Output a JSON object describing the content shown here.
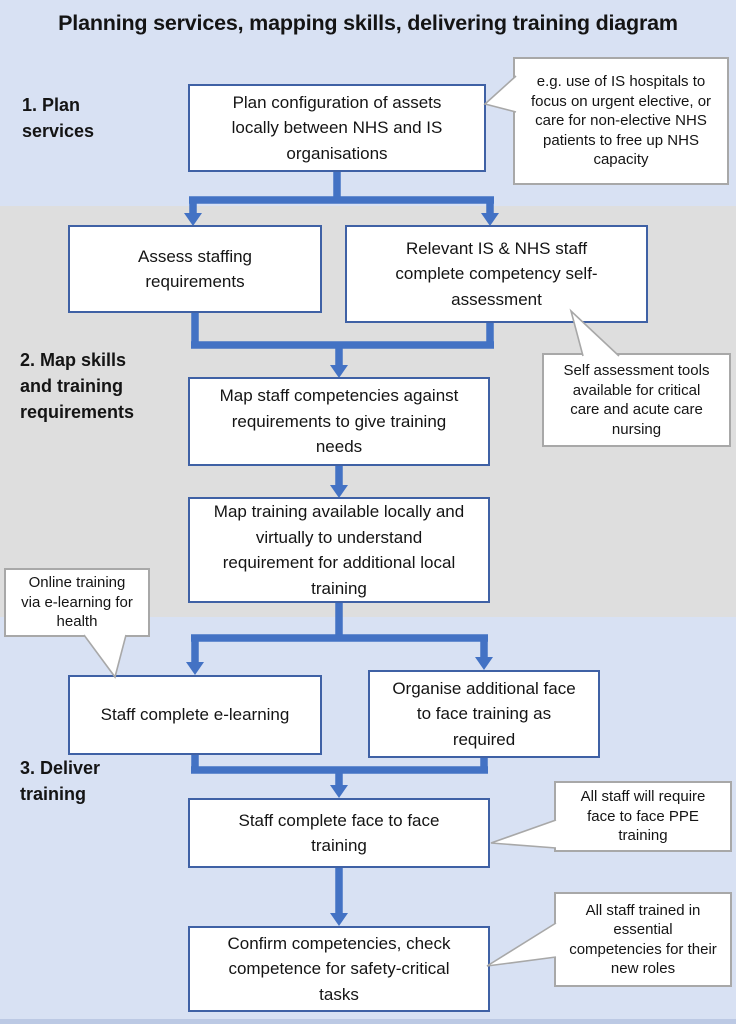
{
  "title": "Planning services, mapping skills, delivering training diagram",
  "colors": {
    "band_blue": "#d8e1f3",
    "band_gray": "#dedede",
    "arrow_blue": "#4372c4",
    "box_border_blue": "#3f61a5",
    "callout_border_gray": "#a8a8a8",
    "text": "#141414"
  },
  "phases": [
    {
      "label": "1. Plan\nservices"
    },
    {
      "label": "2. Map skills\nand training\nrequirements"
    },
    {
      "label": "3. Deliver\ntraining"
    }
  ],
  "boxes": [
    {
      "name": "plan-configuration",
      "text": "Plan configuration of assets\nlocally between NHS and IS\norganisations"
    },
    {
      "name": "assess-staffing",
      "text": "Assess staffing\nrequirements"
    },
    {
      "name": "relevant-staff-self-assessment",
      "text": "Relevant IS & NHS staff\ncomplete competency self-\nassessment"
    },
    {
      "name": "map-staff-competencies",
      "text": "Map staff competencies against\nrequirements to give training\nneeds"
    },
    {
      "name": "map-training-available",
      "text": "Map training available locally and\nvirtually to understand\nrequirement for additional local\ntraining"
    },
    {
      "name": "staff-complete-elearning",
      "text": "Staff complete e-learning"
    },
    {
      "name": "organise-face-to-face",
      "text": "Organise additional face\nto face training as\nrequired"
    },
    {
      "name": "staff-complete-face-to-face",
      "text": "Staff complete face to face\ntraining"
    },
    {
      "name": "confirm-competencies",
      "text": "Confirm competencies, check\ncompetence for safety-critical\ntasks"
    }
  ],
  "callouts": [
    {
      "name": "is-hospitals-example",
      "text": "e.g. use of IS hospitals to\nfocus on urgent elective, or\ncare for non-elective NHS\npatients to free up NHS\ncapacity"
    },
    {
      "name": "self-assessment-tools",
      "text": "Self assessment tools\navailable for critical\ncare and acute care\nnursing"
    },
    {
      "name": "online-training",
      "text": "Online training\nvia e-learning for\nhealth"
    },
    {
      "name": "ppe-training",
      "text": "All staff will require\nface to face PPE\ntraining"
    },
    {
      "name": "essential-competencies",
      "text": "All staff trained in\nessential\ncompetencies for their\nnew roles"
    }
  ]
}
